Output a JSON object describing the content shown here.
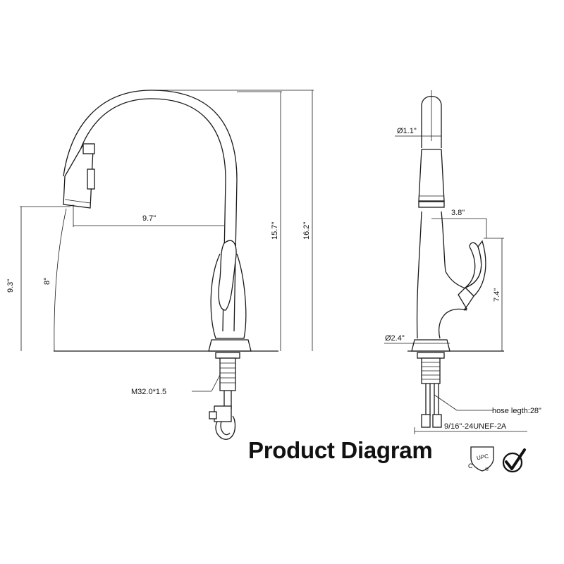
{
  "title": "Product Diagram",
  "dimensions": {
    "front_spout_reach": "9.7\"",
    "front_spout_height_outer": "9.3\"",
    "front_spout_height_inner": "8°",
    "front_total_height_inner": "15.7\"",
    "front_total_height_outer": "16.2\"",
    "front_thread": "M32.0*1.5",
    "side_spout_diameter": "Ø1.1\"",
    "side_handle_reach": "3.8\"",
    "side_handle_height": "7.4\"",
    "side_base_diameter": "Ø2.4\"",
    "side_hose_length": "hose legth:28\"",
    "side_connector_thread": "9/16\"-24UNEF-2A"
  },
  "certifications": {
    "cupc_main": "UPC",
    "cupc_c": "C",
    "cupc_r": "®"
  }
}
